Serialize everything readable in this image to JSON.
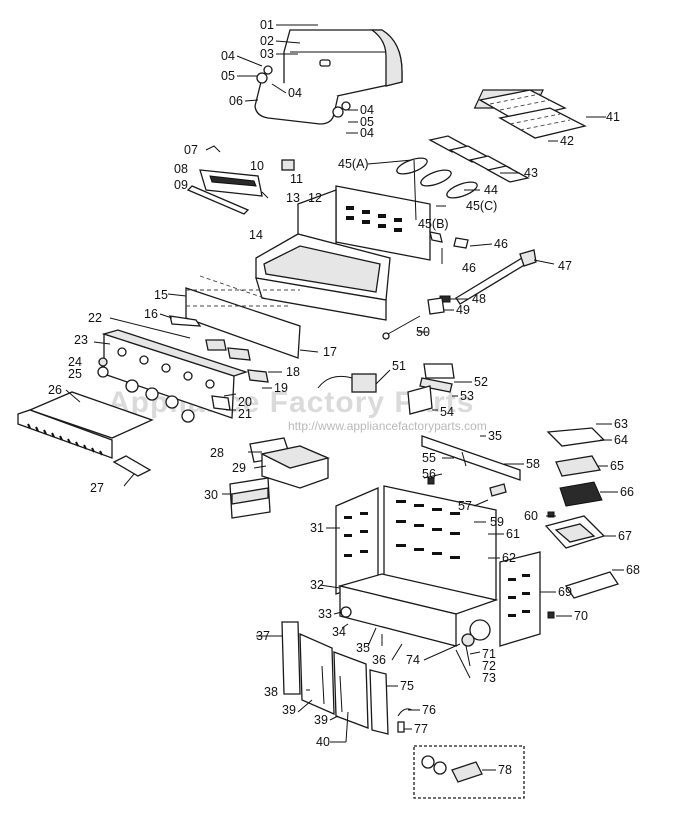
{
  "watermark": {
    "text": "Appliance Factory Parts",
    "url": "http://www.appliancefactoryparts.com"
  },
  "parts": {
    "p01": "01",
    "p02": "02",
    "p03": "03",
    "p04a": "04",
    "p04b": "04",
    "p04c": "04",
    "p04d": "04",
    "p05a": "05",
    "p05b": "05",
    "p06": "06",
    "p07": "07",
    "p08": "08",
    "p09": "09",
    "p10": "10",
    "p11": "11",
    "p12": "12",
    "p13": "13",
    "p14": "14",
    "p15": "15",
    "p16": "16",
    "p17": "17",
    "p18": "18",
    "p19": "19",
    "p20": "20",
    "p21": "21",
    "p22": "22",
    "p23": "23",
    "p24": "24",
    "p25": "25",
    "p26": "26",
    "p27": "27",
    "p28": "28",
    "p29": "29",
    "p30": "30",
    "p31": "31",
    "p32": "32",
    "p33": "33",
    "p34": "34",
    "p35a": "35",
    "p35b": "35",
    "p36": "36",
    "p37": "37",
    "p38": "38",
    "p39a": "39",
    "p39b": "39",
    "p40": "40",
    "p41": "41",
    "p42": "42",
    "p43": "43",
    "p44": "44",
    "p45a": "45(A)",
    "p45b": "45(B)",
    "p45c": "45(C)",
    "p46a": "46",
    "p46b": "46",
    "p47": "47",
    "p48": "48",
    "p49": "49",
    "p50": "50",
    "p51": "51",
    "p52": "52",
    "p53": "53",
    "p54": "54",
    "p55": "55",
    "p56": "56",
    "p57": "57",
    "p58": "58",
    "p59": "59",
    "p60": "60",
    "p61": "61",
    "p62": "62",
    "p63": "63",
    "p64": "64",
    "p65": "65",
    "p66": "66",
    "p67": "67",
    "p68": "68",
    "p69": "69",
    "p70": "70",
    "p71": "71",
    "p72": "72",
    "p73": "73",
    "p74": "74",
    "p75": "75",
    "p76": "76",
    "p77": "77",
    "p78": "78"
  }
}
